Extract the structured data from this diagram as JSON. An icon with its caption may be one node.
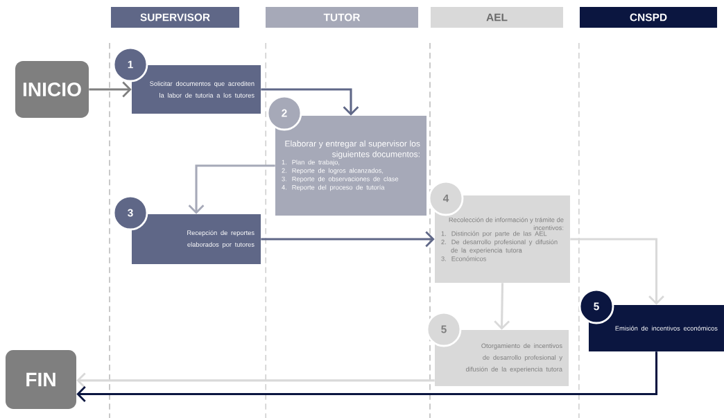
{
  "diagram": {
    "nodes": [
      {
        "text": [
          "SUPERVISOR"
        ]
      },
      {
        "text": [
          "TUTOR"
        ]
      },
      {
        "text": [
          "AEL"
        ]
      },
      {
        "text": [
          "CNSPD"
        ]
      },
      {
        "text": [
          "INICIO"
        ]
      },
      {
        "text": [
          "1"
        ]
      },
      {
        "text": [
          "Solicitar documentos que acrediten la labor de tutoria  a los tutores"
        ]
      },
      {
        "text": [
          "2"
        ]
      },
      {
        "text": [
          "Elaborar y entregar al supervisor  los siguientes documentos:",
          "1. Plan de trabajo,",
          "2. Reporte de logros alcanzados,",
          "3. Reporte de observaciones de clase",
          "4. Reporte del proceso de tutoría"
        ]
      },
      {
        "text": [
          "3"
        ]
      },
      {
        "text": [
          "Recepción de reportes elaborados por tutores"
        ]
      },
      {
        "text": [
          "4"
        ]
      },
      {
        "text": [
          "Recolección de información y trámite de incentivos:",
          "1. Distinción por parte de las AEL",
          "2. De desarrollo profesional y difusión de la experiencia tutora",
          "3. Económicos"
        ]
      },
      {
        "text": [
          "5"
        ]
      },
      {
        "text": [
          "Otorgamiento  de incentivos de desarrollo profesional y difusión de la experiencia tutora"
        ]
      },
      {
        "text": [
          "5"
        ]
      },
      {
        "text": [
          "Emisión de incentivos económicos"
        ]
      },
      {
        "text": [
          "FIN"
        ]
      }
    ],
    "edges": [
      {
        "from": 4,
        "to": 6,
        "arrow": "to",
        "color": "#7f7f7f"
      },
      {
        "from": 6,
        "to": 8,
        "arrow": "to",
        "color": "#5f6787"
      },
      {
        "from": 8,
        "to": 10,
        "arrow": "to",
        "color": "#a6a9b8"
      },
      {
        "from": 10,
        "to": 12,
        "arrow": "to",
        "color": "#5f6787"
      },
      {
        "from": 12,
        "to": 16,
        "arrow": "to",
        "color": "#d9d9d9"
      },
      {
        "from": 12,
        "to": 14,
        "arrow": "to",
        "color": "#d9d9d9"
      },
      {
        "from": 14,
        "to": 17,
        "arrow": "to",
        "color": "#d9d9d9"
      },
      {
        "from": 16,
        "to": 17,
        "arrow": "to",
        "color": "#0b1640"
      }
    ]
  }
}
